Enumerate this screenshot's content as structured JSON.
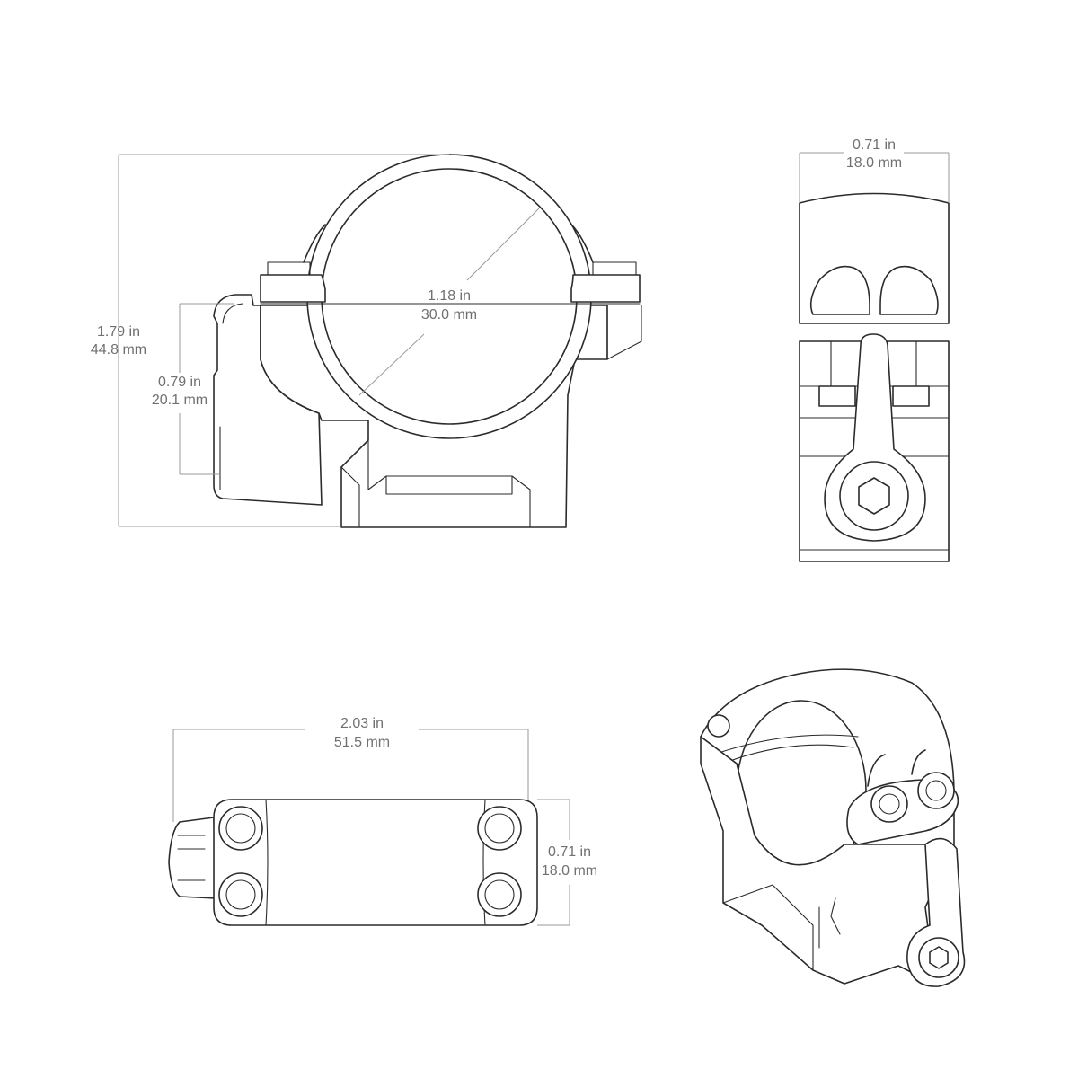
{
  "dimensions": {
    "side_height": {
      "in": "1.79 in",
      "mm": "44.8 mm"
    },
    "side_base_height": {
      "in": "0.79 in",
      "mm": "20.1 mm"
    },
    "ring_diameter": {
      "in": "1.18 in",
      "mm": "30.0 mm"
    },
    "front_width": {
      "in": "0.71 in",
      "mm": "18.0 mm"
    },
    "top_length": {
      "in": "2.03 in",
      "mm": "51.5 mm"
    },
    "top_width": {
      "in": "0.71 in",
      "mm": "18.0 mm"
    }
  },
  "colors": {
    "line": "#2b2b2b",
    "dimension": "#9a9a9a",
    "text": "#707070",
    "background": "#ffffff"
  }
}
